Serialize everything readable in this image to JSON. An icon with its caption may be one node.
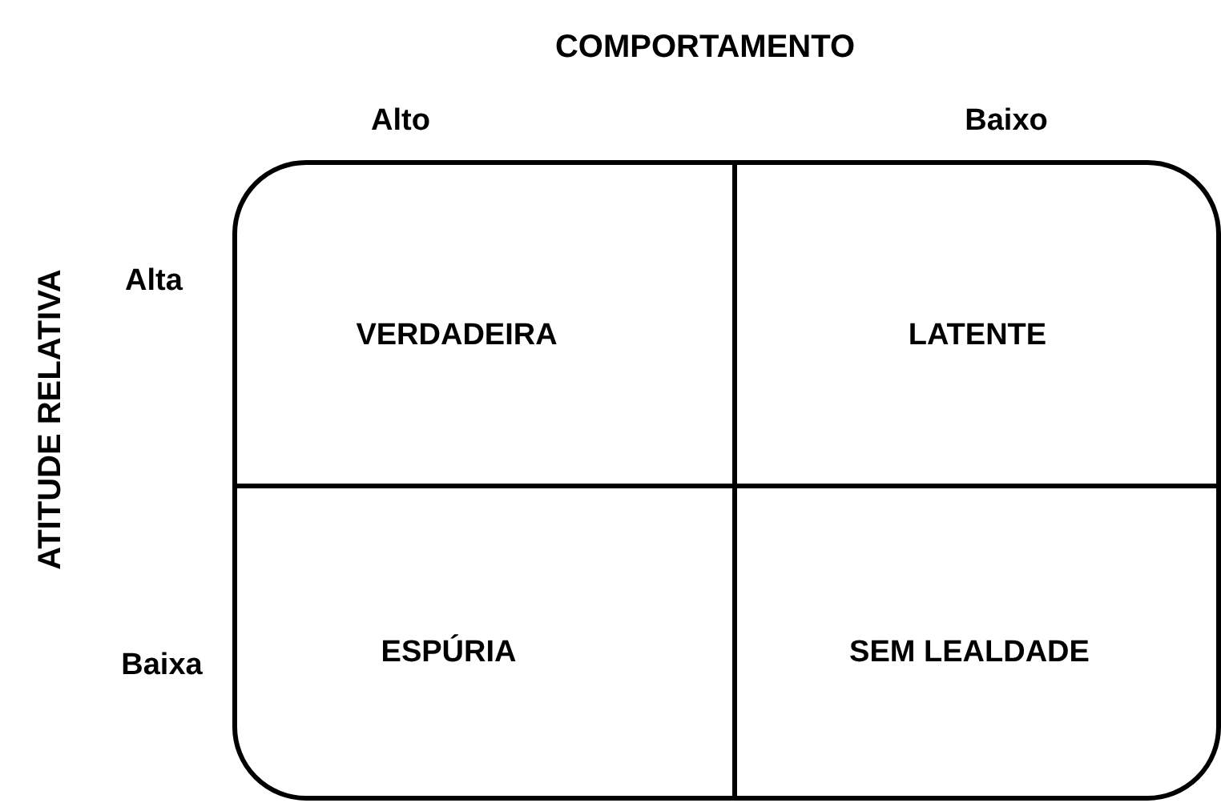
{
  "diagram": {
    "nodes": [
      {
        "text": [
          "VERDADEIRA"
        ]
      },
      {
        "text": [
          "LATENTE"
        ]
      },
      {
        "text": [
          "ESPÚRIA"
        ]
      },
      {
        "text": [
          "SEM LEALDADE"
        ]
      }
    ],
    "labels": [
      "COMPORTAMENTO",
      "Alto",
      "Baixo",
      "ATITUDE RELATIVA",
      "Alta",
      "Baixa"
    ]
  }
}
